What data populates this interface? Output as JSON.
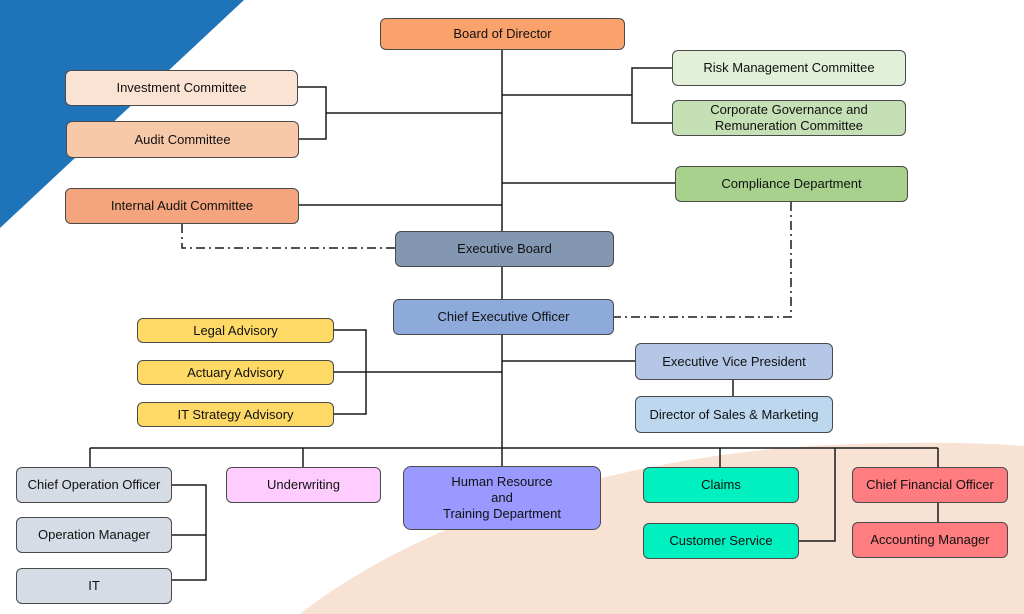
{
  "nodes": {
    "board": "Board of Director",
    "investment": "Investment Committee",
    "audit": "Audit Committee",
    "internal_audit": "Internal Audit Committee",
    "risk": "Risk Management Committee",
    "corp_gov": "Corporate Governance and\nRemuneration Committee",
    "compliance": "Compliance Department",
    "exec_board": "Executive Board",
    "ceo": "Chief Executive Officer",
    "legal": "Legal Advisory",
    "actuary": "Actuary Advisory",
    "it_strategy": "IT Strategy Advisory",
    "evp": "Executive Vice President",
    "dir_sales": "Director of Sales & Marketing",
    "coo": "Chief Operation Officer",
    "op_manager": "Operation Manager",
    "it": "IT",
    "underwriting": "Underwriting",
    "hr": "Human Resource\nand\nTraining Department",
    "claims": "Claims",
    "customer_service": "Customer Service",
    "cfo": "Chief Financial Officer",
    "accounting": "Accounting Manager"
  },
  "colors": {
    "board": "#f9a26c",
    "investment": "#fbe3d4",
    "audit": "#f7c9a9",
    "internal_audit": "#f4a57d",
    "risk": "#e2efd9",
    "corp_gov": "#c5e0b4",
    "compliance": "#a9d18e",
    "exec_board": "#8497b0",
    "ceo": "#8eaadb",
    "advisory": "#ffd966",
    "evp": "#b4c7e7",
    "dir_sales": "#bdd7ee",
    "ops": "#d6dce5",
    "underwriting": "#ffccff",
    "hr": "#9999ff",
    "teal": "#00f0c0",
    "finance": "#ff7c80",
    "bg_triangle": "#1f74b9",
    "bg_peach": "#f8e2d4"
  }
}
